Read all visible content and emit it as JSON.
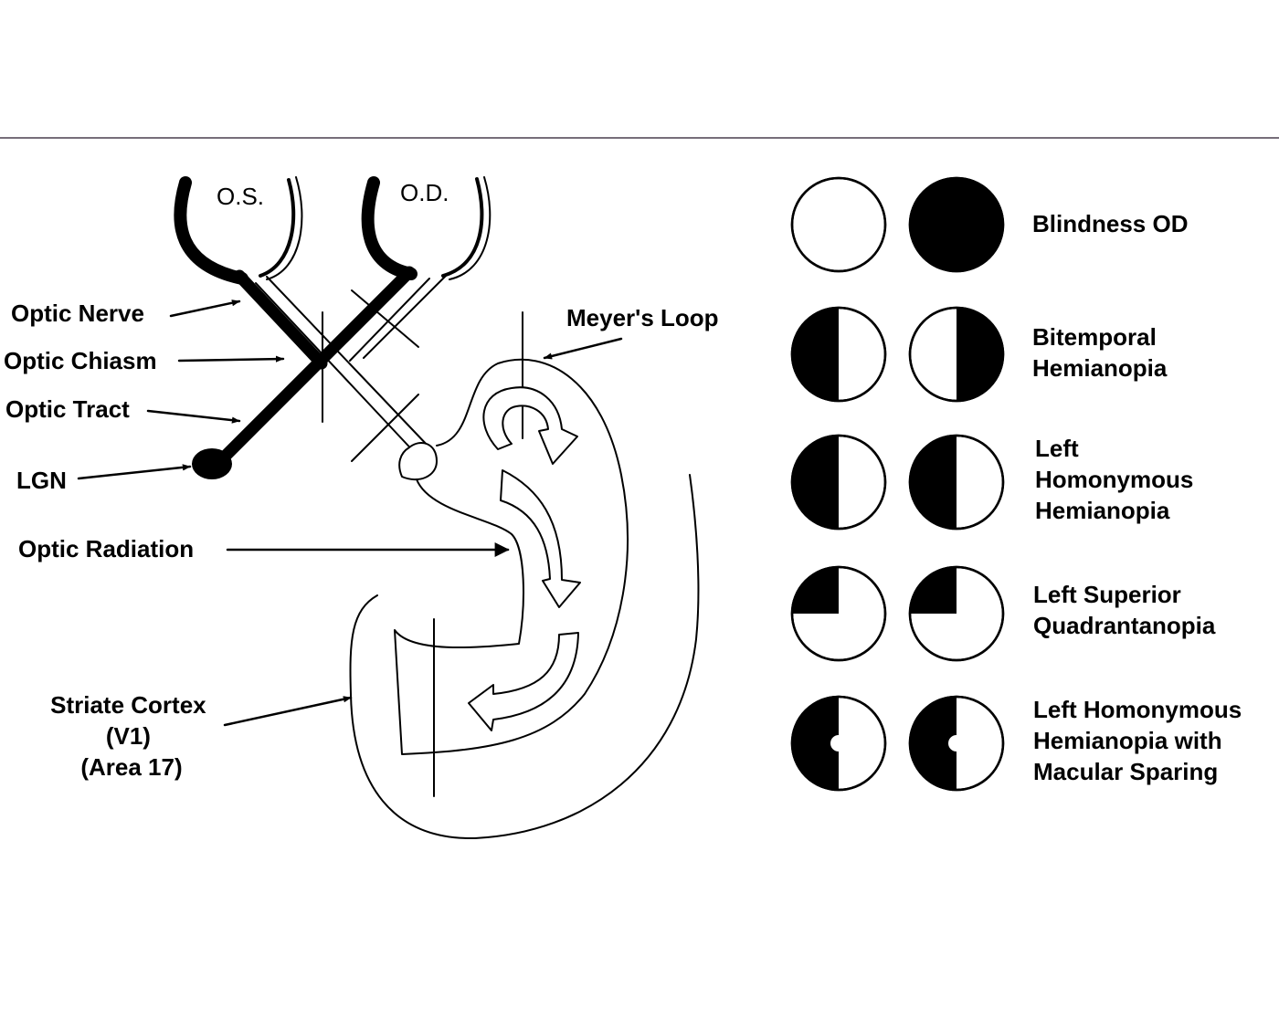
{
  "colors": {
    "ink": "#000000",
    "paper": "#ffffff",
    "rule": "#4a3f4f"
  },
  "eyes": {
    "left": "O.S.",
    "right": "O.D."
  },
  "pathway_labels": {
    "optic_nerve": "Optic Nerve",
    "optic_chiasm": "Optic Chiasm",
    "optic_tract": "Optic Tract",
    "lgn": "LGN",
    "optic_radiation": "Optic Radiation",
    "meyers_loop": "Meyer's Loop",
    "striate_cortex": [
      "Striate Cortex",
      "(V1)",
      "(Area 17)"
    ]
  },
  "visual_field_defects": [
    {
      "label": [
        "Blindness OD"
      ],
      "left_field": "full-visible",
      "right_field": "full-blind"
    },
    {
      "label": [
        "Bitemporal",
        "Hemianopia"
      ],
      "left_field": "left-half-blind",
      "right_field": "right-half-blind"
    },
    {
      "label": [
        "Left",
        "Homonymous",
        "Hemianopia"
      ],
      "left_field": "left-half-blind",
      "right_field": "left-half-blind"
    },
    {
      "label": [
        "Left Superior",
        "Quadrantanopia"
      ],
      "left_field": "upper-left-quadrant-blind",
      "right_field": "upper-left-quadrant-blind"
    },
    {
      "label": [
        "Left Homonymous",
        "Hemianopia with",
        "Macular Sparing"
      ],
      "left_field": "left-half-blind-macula-spared",
      "right_field": "left-half-blind-macula-spared"
    }
  ]
}
